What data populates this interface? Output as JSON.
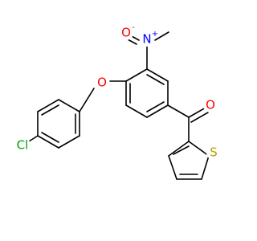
{
  "molecule": {
    "atoms": {
      "chlorine": {
        "symbol": "Cl",
        "color": "#00a000"
      },
      "ether_oxygen": {
        "symbol": "O",
        "color": "#ff0000"
      },
      "nitro_nitrogen": {
        "symbol": "N",
        "charge": "+",
        "color": "#0000ff"
      },
      "nitro_oxygen": {
        "symbol": "O",
        "charge": "-",
        "color": "#ff0000"
      },
      "carbonyl_oxygen": {
        "symbol": "O",
        "color": "#ff0000"
      },
      "sulfur": {
        "symbol": "S",
        "color": "#b2a200"
      }
    },
    "bond_color": "#000000"
  }
}
